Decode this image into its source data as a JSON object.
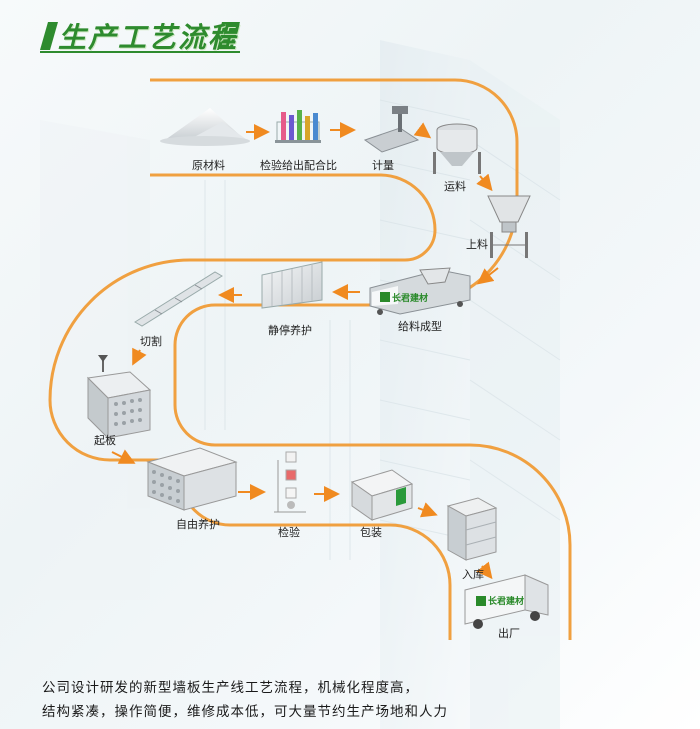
{
  "title": "生产工艺流程",
  "steps": {
    "raw_materials": "原材料",
    "inspect_mix": "检验给出配合比",
    "metering": "计量",
    "transport": "运料",
    "feeding": "上料",
    "forming": "给料成型",
    "static_curing": "静停养护",
    "cutting": "切割",
    "lifting": "起板",
    "free_curing": "自由养护",
    "inspection": "检验",
    "packing": "包装",
    "storage": "入库",
    "shipping": "出厂"
  },
  "brand_text": "长君建材",
  "description": {
    "line1": "公司设计研发的新型墙板生产线工艺流程，机械化程度高，",
    "line2": "结构紧凑，操作简便，维修成本低，可大量节约生产场地和人力"
  },
  "colors": {
    "path_orange": "#f0a040",
    "arrow_orange": "#f08a20",
    "title_green": "#2e8b2e"
  }
}
